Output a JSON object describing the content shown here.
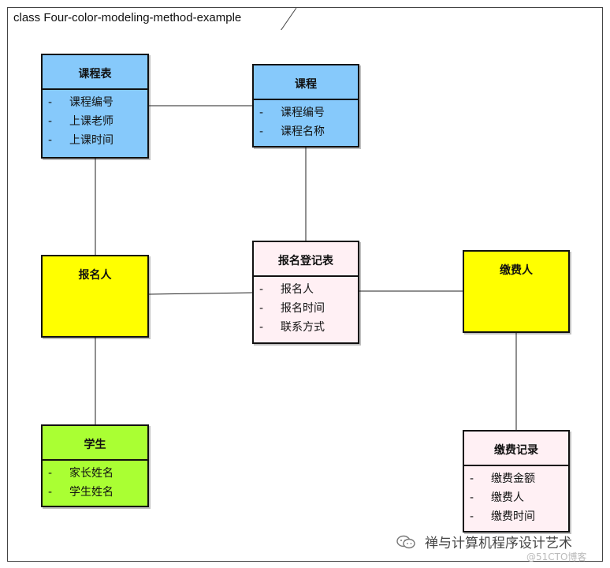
{
  "frame": {
    "title": "class Four-color-modeling-method-example"
  },
  "classes": {
    "course_schedule": {
      "name": "课程表",
      "attributes": [
        "课程编号",
        "上课老师",
        "上课时间"
      ],
      "color": "#86c9fb"
    },
    "course": {
      "name": "课程",
      "attributes": [
        "课程编号",
        "课程名称"
      ],
      "color": "#86c9fb"
    },
    "registrant": {
      "name": "报名人",
      "attributes": [],
      "color": "#ffff00"
    },
    "registration_record": {
      "name": "报名登记表",
      "attributes": [
        "报名人",
        "报名时间",
        "联系方式"
      ],
      "color": "#fff0f4"
    },
    "payer": {
      "name": "缴费人",
      "attributes": [],
      "color": "#ffff00"
    },
    "student": {
      "name": "学生",
      "attributes": [
        "家长姓名",
        "学生姓名"
      ],
      "color": "#aaff33"
    },
    "payment_record": {
      "name": "缴费记录",
      "attributes": [
        "缴费金额",
        "缴费人",
        "缴费时间"
      ],
      "color": "#fff0f4"
    }
  },
  "attribute_prefix": "-",
  "watermark": {
    "text": "禅与计算机程序设计艺术",
    "sub": "@51CTO博客"
  }
}
